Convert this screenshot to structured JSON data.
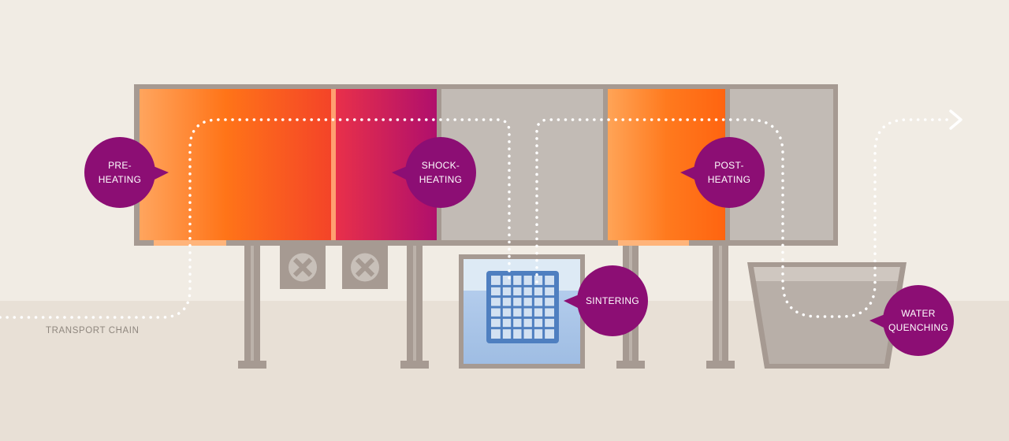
{
  "labels": {
    "preheating": "PRE-\nHEATING",
    "shockheating": "SHOCK-\nHEATING",
    "postheating": "POST-\nHEATING",
    "sintering": "SINTERING",
    "water_quenching": "WATER\nQUENCHING",
    "transport_chain": "TRANSPORT CHAIN"
  },
  "colors": {
    "bubble": "#8c0e74",
    "frame": "#a69a92",
    "chamber_grey": "#c2bbb5",
    "heat_orange": "#ff6a12",
    "heat_magenta": "#b30f5e",
    "water": "#a8c4e6",
    "basket": "#4f7fc0",
    "background_top": "#f1ece4",
    "background_floor": "#e8e0d6"
  }
}
